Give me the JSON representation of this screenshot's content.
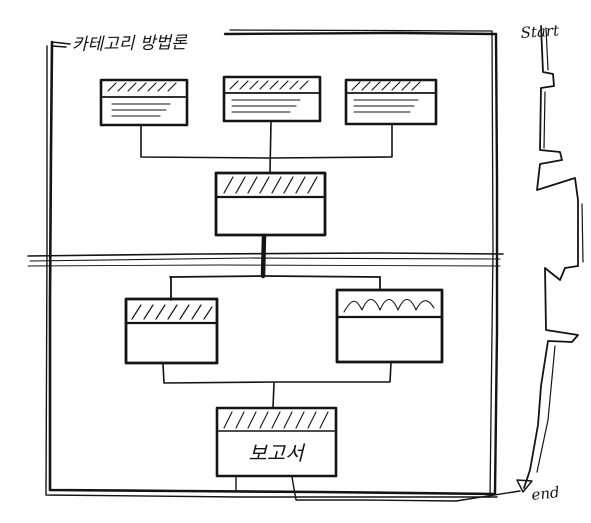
{
  "diagram": {
    "title": "카테고리 방법론",
    "start_label": "Start",
    "end_label": "end",
    "bottom_box_label": "보고서"
  },
  "colors": {
    "ink": "#141414",
    "paper": "#ffffff",
    "divider": "#6b7a8f"
  }
}
